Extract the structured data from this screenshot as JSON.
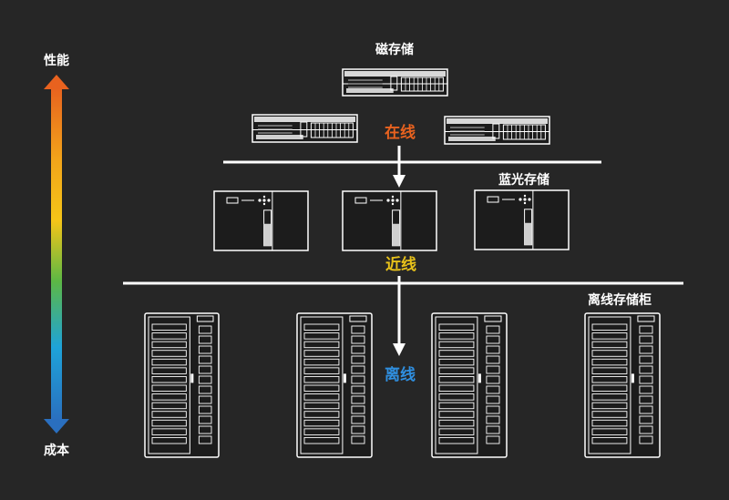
{
  "axis": {
    "top_label": "性能",
    "bottom_label": "成本",
    "gradient": [
      "#e8621f",
      "#f2a51a",
      "#f5c518",
      "#5db844",
      "#1ea3d9",
      "#2a6fbf"
    ]
  },
  "tiers": {
    "online": {
      "device_label": "磁存储",
      "tier_label": "在线",
      "color": "#e8621f"
    },
    "nearline": {
      "device_label": "蓝光存储",
      "tier_label": "近线",
      "color": "#e8c21a"
    },
    "offline": {
      "device_label": "离线存储柜",
      "tier_label": "离线",
      "color": "#2f8fe0"
    }
  },
  "colors": {
    "line": "#ffffff",
    "background": "#262626"
  }
}
